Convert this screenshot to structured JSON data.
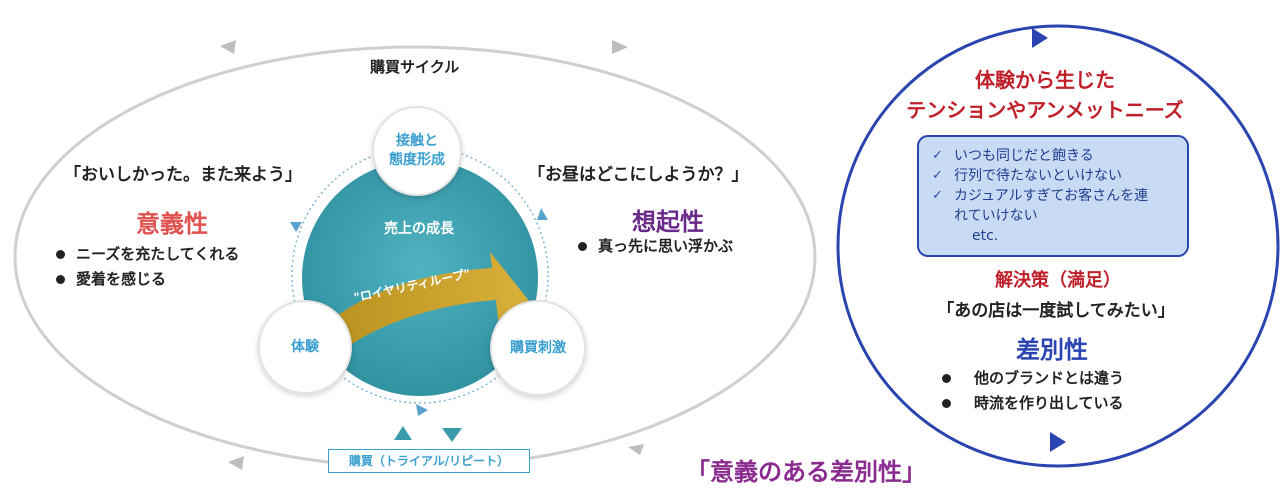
{
  "left_diagram": {
    "cycle_title": "購買サイクル",
    "center_label": "売上の成長",
    "loop_label": "\"ロイヤリティループ\"",
    "nodes": {
      "top": [
        "接触と",
        "態度形成"
      ],
      "left": "体験",
      "right": "購買刺激"
    },
    "purchase_box": "購買（トライアル/リピート）",
    "left_quote": "「おいしかった。また来よう」",
    "right_quote": "「お昼はどこにしようか？」",
    "meaning": {
      "title": "意義性",
      "bullets": [
        "ニーズを充たしてくれる",
        "愛着を感じる"
      ]
    },
    "recall": {
      "title": "想起性",
      "bullets": [
        "真っ先に思い浮かぶ"
      ]
    }
  },
  "right_diagram": {
    "title_lines": [
      "体験から生じた",
      "テンションやアンメットニーズ"
    ],
    "checklist": [
      "いつも同じだと飽きる",
      "行列で待たないといけない",
      "カジュアルすぎてお客さんを連",
      "れていけない"
    ],
    "checklist_extra": "etc.",
    "solution_title": "解決策（満足）",
    "solution_quote": "「あの店は一度試してみたい」",
    "difference": {
      "title": "差別性",
      "bullets": [
        "他のブランドとは違う",
        "時流を作り出している"
      ]
    }
  },
  "bottom_caption": "「意義のある差別性」",
  "colors": {
    "meaning_red": "#e0524f",
    "recall_purple": "#6a2a8a",
    "dark_red": "#c0202a",
    "blue_ring": "#2a44b0",
    "teal": "#3a9cab",
    "gold": "#c9a227",
    "node_blue": "#3a9fcf",
    "gray_ring": "#cfcfcf",
    "caption_purple": "#8a2b8f"
  }
}
